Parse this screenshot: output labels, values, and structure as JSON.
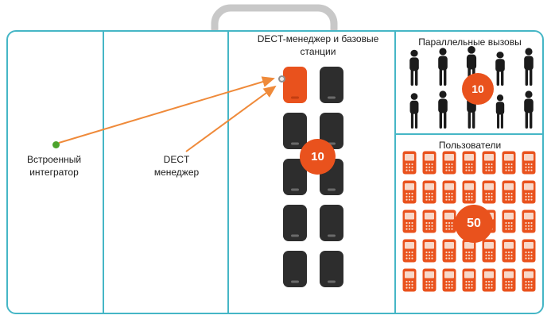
{
  "diagram": {
    "type": "dect-multicell-system-diagram",
    "colors": {
      "case_border": "#45b6c6",
      "accent_orange": "#e9521d",
      "arrow_orange": "#ef8a3a",
      "station_dark": "#2d2d2d",
      "integrator_green": "#4ca32c",
      "handle_gray": "#c8c8c8"
    },
    "left_panel": {
      "label": "Встроенный интегратор"
    },
    "manager_panel": {
      "label": "DECT менеджер"
    },
    "stations_panel": {
      "title": "DECT-менеджер и базовые станции",
      "badge": "10",
      "highlighted_stations": 1,
      "dark_stations": 9
    },
    "calls_panel": {
      "title": "Параллельные вызовы",
      "badge": "10",
      "people": 10
    },
    "users_panel": {
      "title": "Пользователи",
      "badge": "50",
      "phones": 35
    },
    "icons": {
      "base_station": "dark-rounded-tower",
      "active_base_station": "orange-rounded-tower",
      "connection_point": "small-gray-circle",
      "person": "black-silhouette",
      "phone": "orange-handset",
      "integrator_dot": "green-dot"
    }
  }
}
